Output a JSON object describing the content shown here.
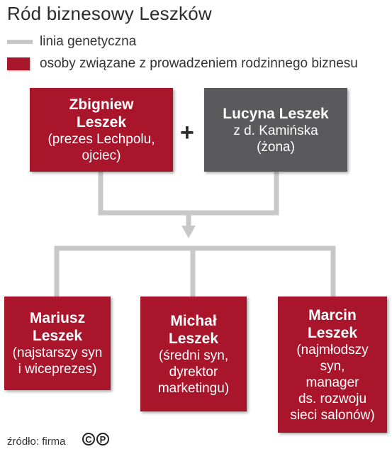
{
  "title": "Ród biznesowy Leszków",
  "legend": {
    "genetic_line": "linia genetyczna",
    "business_people": "osoby związane z prowadzeniem rodzinnego biznesu"
  },
  "colors": {
    "business": "#a9152b",
    "other": "#5a5a5c",
    "line": "#c8c8c8"
  },
  "parents": {
    "father": {
      "name_1": "Zbigniew",
      "name_2": "Leszek",
      "role_1": "(prezes Lechpolu,",
      "role_2": "ojciec)"
    },
    "plus": "+",
    "mother": {
      "name": "Lucyna Leszek",
      "role_1": "z d. Kamińska",
      "role_2": "(żona)"
    }
  },
  "children": [
    {
      "name_1": "Mariusz",
      "name_2": "Leszek",
      "role_1": "(najstarszy syn",
      "role_2": "i wiceprezes)"
    },
    {
      "name_1": "Michał",
      "name_2": "Leszek",
      "role_1": "(średni syn,",
      "role_2": "dyrektor",
      "role_3": "marketingu)"
    },
    {
      "name_1": "Marcin",
      "name_2": "Leszek",
      "role_1": "(najmłodszy",
      "role_2": "syn,",
      "role_3": "manager",
      "role_4": "ds. rozwoju",
      "role_5": "sieci salonów)"
    }
  ],
  "footer": {
    "source": "źródło: firma",
    "logo_c": "C",
    "logo_p": "P"
  }
}
